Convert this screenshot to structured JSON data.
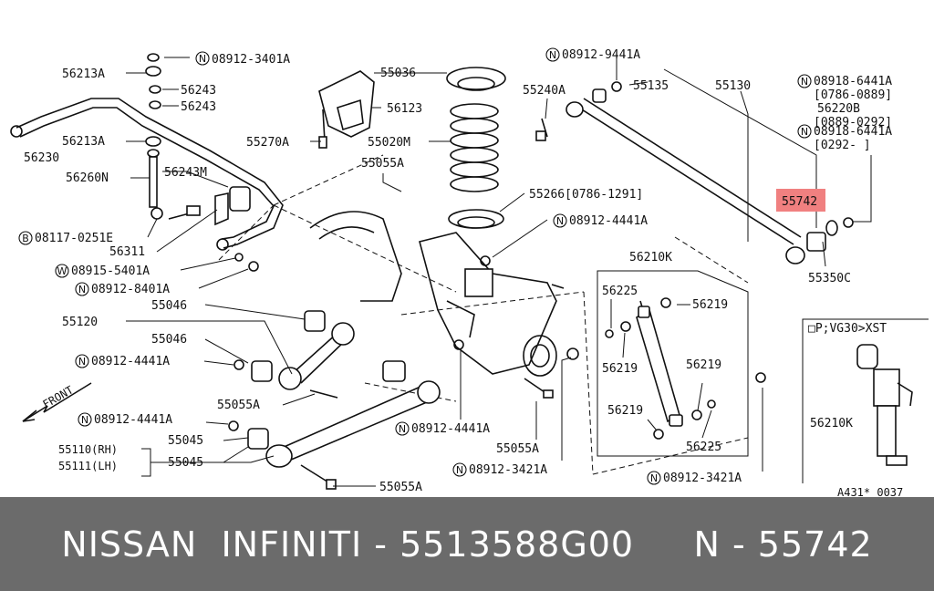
{
  "footer": {
    "text": "NISSAN  INFINITI - 5513588G00     N - 55742"
  },
  "highlight": {
    "part": "55742",
    "color": "#f08080"
  },
  "inset": {
    "title": "□P;VG30>XST",
    "part": "56210K"
  },
  "drawing_code": "A431* 0037",
  "front_label": "FRONT",
  "labels": [
    {
      "text": "08912-3401A",
      "prefix": "N"
    },
    {
      "text": "56213A"
    },
    {
      "text": "56243"
    },
    {
      "text": "56243"
    },
    {
      "text": "56213A"
    },
    {
      "text": "56230"
    },
    {
      "text": "56260N"
    },
    {
      "text": "56243M"
    },
    {
      "text": "08117-0251E",
      "prefix": "B"
    },
    {
      "text": "56311"
    },
    {
      "text": "08915-5401A",
      "prefix": "W"
    },
    {
      "text": "08912-8401A",
      "prefix": "N"
    },
    {
      "text": "55046"
    },
    {
      "text": "55120"
    },
    {
      "text": "55046"
    },
    {
      "text": "08912-4441A",
      "prefix": "N"
    },
    {
      "text": "55055A"
    },
    {
      "text": "08912-4441A",
      "prefix": "N"
    },
    {
      "text": "55045"
    },
    {
      "text": "55110(RH)"
    },
    {
      "text": "55111(LH)"
    },
    {
      "text": "55045"
    },
    {
      "text": "55055A"
    },
    {
      "text": "55036"
    },
    {
      "text": "56123"
    },
    {
      "text": "55270A"
    },
    {
      "text": "55020M"
    },
    {
      "text": "55055A"
    },
    {
      "text": "55266[0786-1291]"
    },
    {
      "text": "08912-4441A",
      "prefix": "N"
    },
    {
      "text": "08912-4441A",
      "prefix": "N"
    },
    {
      "text": "55055A"
    },
    {
      "text": "08912-3421A",
      "prefix": "N"
    },
    {
      "text": "08912-9441A",
      "prefix": "N"
    },
    {
      "text": "55240A"
    },
    {
      "text": "55135"
    },
    {
      "text": "55130"
    },
    {
      "text": "08918-6441A",
      "prefix": "N"
    },
    {
      "text": "[0786-0889]"
    },
    {
      "text": "56220B"
    },
    {
      "text": "[0889-0292]"
    },
    {
      "text": "08918-6441A",
      "prefix": "N"
    },
    {
      "text": "[0292-    ]"
    },
    {
      "text": "55742"
    },
    {
      "text": "55350C"
    },
    {
      "text": "56210K"
    },
    {
      "text": "56225"
    },
    {
      "text": "56219"
    },
    {
      "text": "56219"
    },
    {
      "text": "56219"
    },
    {
      "text": "56219"
    },
    {
      "text": "56225"
    },
    {
      "text": "08912-3421A",
      "prefix": "N"
    }
  ]
}
